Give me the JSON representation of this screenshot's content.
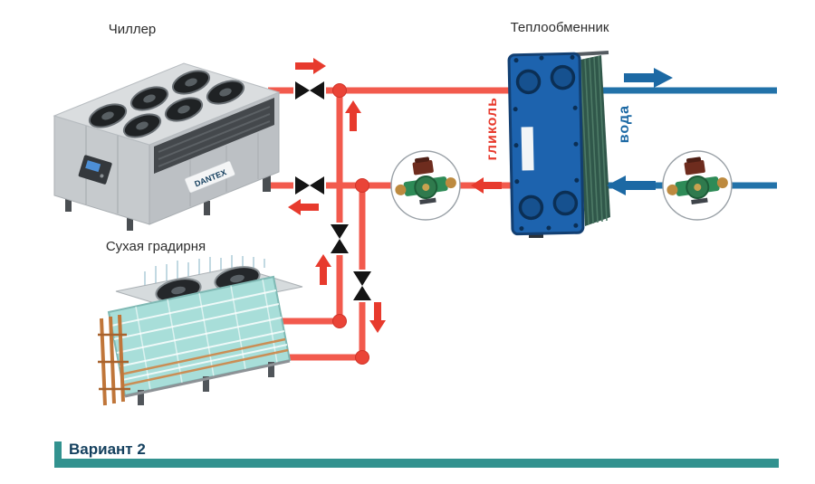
{
  "diagram": {
    "equipment": {
      "chiller": {
        "label": "Чиллер",
        "brand": "DANTEX"
      },
      "heat_exchanger": {
        "label": "Теплообменник"
      },
      "dry_cooler": {
        "label": "Сухая градирня"
      }
    },
    "flows": {
      "glycol": {
        "label": "гликоль"
      },
      "water": {
        "label": "вода"
      }
    },
    "caption": {
      "label": "Вариант 2"
    }
  },
  "icons": {
    "valve-icon": "black-bowtie-shutoff-valve",
    "pump-icon": "circled-inline-circulation-pump",
    "junction-dot-icon": "red-junction-dot",
    "flow-arrow-icon": "solid-block-arrow"
  },
  "colors": {
    "pipe-red": "#f25a4d",
    "pipe-blue": "#2272a9",
    "arrow-red": "#e73a2d",
    "arrow-blue": "#1c69a4",
    "valve-black": "#141414",
    "junction-red": "#ea4437",
    "label-text": "#2e2e2e",
    "caption-text": "#14405e",
    "accent-teal": "#32928f"
  }
}
